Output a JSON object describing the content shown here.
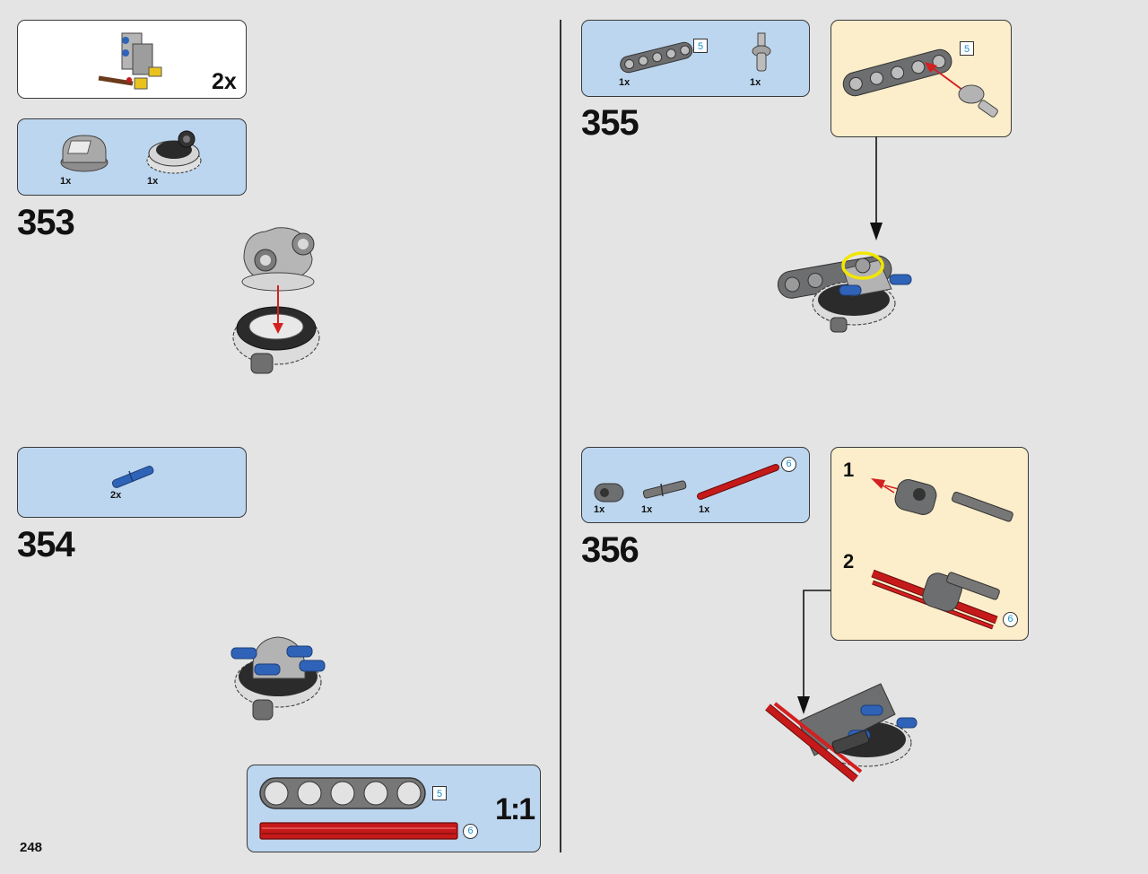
{
  "page_number": "248",
  "scale_label": "1:1",
  "subassembly_callout": {
    "quantity": "2x"
  },
  "steps": [
    {
      "number": "353",
      "parts": [
        {
          "qty": "1x",
          "icon": "turntable-top-icon"
        },
        {
          "qty": "1x",
          "icon": "turntable-gear-icon"
        }
      ]
    },
    {
      "number": "354",
      "parts": [
        {
          "qty": "2x",
          "icon": "blue-pin-icon"
        }
      ]
    },
    {
      "number": "355",
      "parts": [
        {
          "qty": "1x",
          "icon": "beam-5-icon",
          "length": "5"
        },
        {
          "qty": "1x",
          "icon": "axle-pin-icon"
        }
      ],
      "callout_length": "5"
    },
    {
      "number": "356",
      "parts": [
        {
          "qty": "1x",
          "icon": "connector-icon"
        },
        {
          "qty": "1x",
          "icon": "axle-pin-long-icon"
        },
        {
          "qty": "1x",
          "icon": "red-axle-icon",
          "length": "6"
        }
      ],
      "sub_steps": [
        {
          "label": "1"
        },
        {
          "label": "2",
          "length": "6"
        }
      ]
    }
  ],
  "ruler": {
    "beam_length": "5",
    "axle_length": "6"
  },
  "colors": {
    "parts_panel": "#bdd6ef",
    "callout_panel": "#fdeecb",
    "arrow": "#d42020",
    "highlight": "#f2e600",
    "part_gray": "#6d6e70",
    "part_blue": "#2f63b8",
    "part_red": "#c61a1a"
  }
}
